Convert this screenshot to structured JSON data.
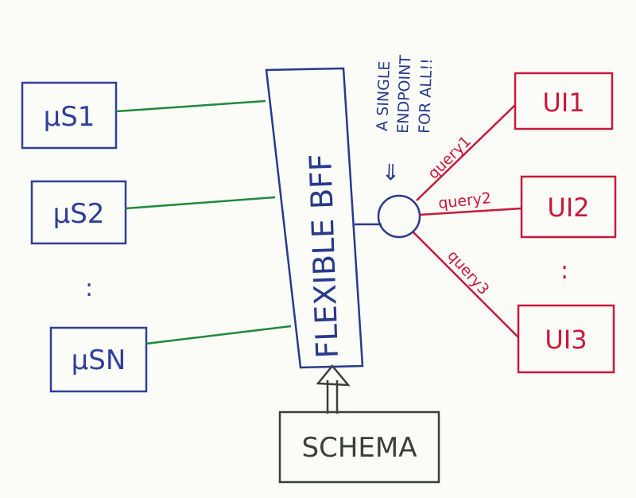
{
  "services": [
    "μS1",
    "μS2",
    "μSN"
  ],
  "services_ellipsis": ":",
  "bff_label": "FLEXIBLE BFF",
  "schema_label": "SCHEMA",
  "uis": [
    "UI1",
    "UI2",
    "UI3"
  ],
  "uis_ellipsis": ":",
  "queries": [
    "query1",
    "query2",
    "query3"
  ],
  "endpoint_note": {
    "arrow": "⇐",
    "lines": [
      "A SINGLE",
      "ENDPOINT",
      "FOR ALL!!"
    ]
  },
  "colors": {
    "service_blue": "#2f3f9a",
    "bff_blue": "#283a8c",
    "link_green": "#1f8a3a",
    "ui_red": "#c8193a",
    "schema_gray": "#3a3f3a",
    "paper": "#fbfbf8"
  }
}
